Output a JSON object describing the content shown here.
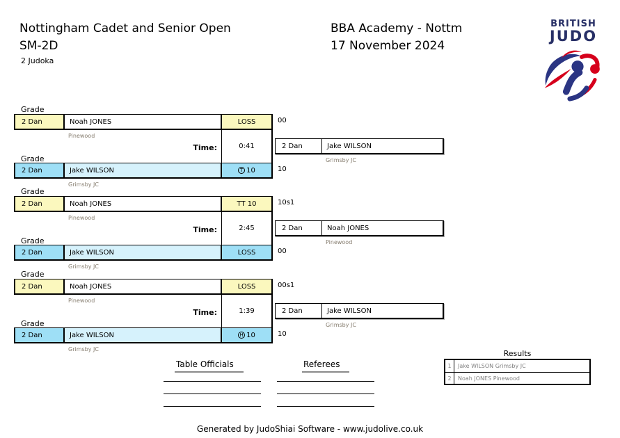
{
  "header": {
    "title": "Nottingham Cadet and Senior Open",
    "category": "SM-2D",
    "judoka_count": "2 Judoka",
    "venue": "BBA Academy - Nottm",
    "date": "17 November 2024",
    "logo_line1": "BRITISH",
    "logo_line2": "JUDO"
  },
  "labels": {
    "grade": "Grade",
    "time": "Time:",
    "table_officials": "Table Officials",
    "referees": "Referees",
    "results_title": "Results"
  },
  "matches": [
    {
      "white": {
        "grade": "2 Dan",
        "name": "Noah JONES",
        "club": "Pinewood",
        "result_mark": "",
        "result_text": "LOSS",
        "score": "00"
      },
      "blue": {
        "grade": "2 Dan",
        "name": "Jake WILSON",
        "club": "Grimsby JC",
        "result_mark": "T",
        "result_text": "10",
        "score": "10"
      },
      "time": "0:41",
      "winner": {
        "grade": "2 Dan",
        "name": "Jake WILSON",
        "club": "Grimsby JC"
      }
    },
    {
      "white": {
        "grade": "2 Dan",
        "name": "Noah JONES",
        "club": "Pinewood",
        "result_mark": "",
        "result_text": "TT 10",
        "score": "10s1"
      },
      "blue": {
        "grade": "2 Dan",
        "name": "Jake WILSON",
        "club": "Grimsby JC",
        "result_mark": "",
        "result_text": "LOSS",
        "score": "00"
      },
      "time": "2:45",
      "winner": {
        "grade": "2 Dan",
        "name": "Noah JONES",
        "club": "Pinewood"
      }
    },
    {
      "white": {
        "grade": "2 Dan",
        "name": "Noah JONES",
        "club": "Pinewood",
        "result_mark": "",
        "result_text": "LOSS",
        "score": "00s1"
      },
      "blue": {
        "grade": "2 Dan",
        "name": "Jake WILSON",
        "club": "Grimsby JC",
        "result_mark": "H",
        "result_text": "10",
        "score": "10"
      },
      "time": "1:39",
      "winner": {
        "grade": "2 Dan",
        "name": "Jake WILSON",
        "club": "Grimsby JC"
      }
    }
  ],
  "results": [
    {
      "rank": "1",
      "name": "Jake WILSON Grimsby JC"
    },
    {
      "rank": "2",
      "name": "Noah JONES Pinewood"
    }
  ],
  "footer": "Generated by JudoShiai Software - www.judolive.co.uk",
  "colors": {
    "white_row": "#FBF8BE",
    "blue_row": "#9EDFF6",
    "blue_row_light": "#D6F2FC",
    "logo_navy": "#272F66",
    "logo_red": "#D6001C"
  }
}
